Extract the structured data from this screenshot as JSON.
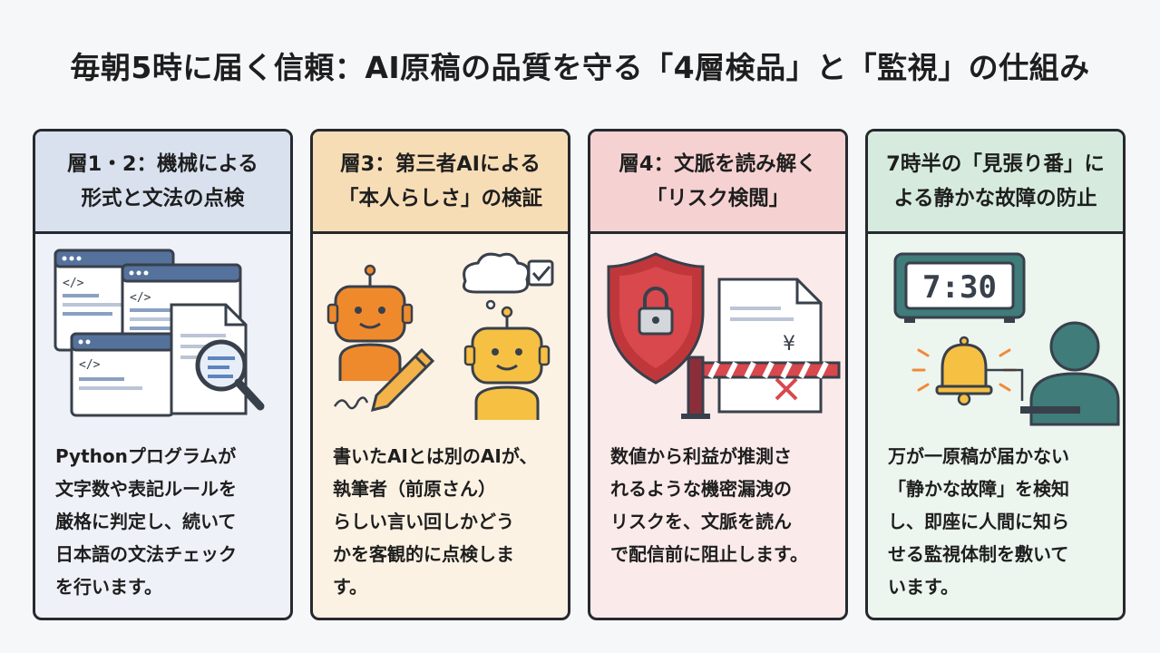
{
  "title": "毎朝5時に届く信頼：AI原稿の品質を守る「4層検品」と「監視」の仕組み",
  "cards": [
    {
      "heading": [
        "層1・2：機械による",
        "形式と文法の点検"
      ],
      "body": "Pythonプログラムが\n文字数や表記ルールを\n厳格に判定し、続いて\n日本語の文法チェック\nを行います。",
      "illustration": "code-documents-magnifier",
      "code_glyph": "</>"
    },
    {
      "heading": [
        "層3：第三者AIによる",
        "「本人らしさ」の検証"
      ],
      "body": "書いたAIとは別のAIが、\n執筆者（前原さん）\nらしい言い回しかどう\nかを客観的に点検しま\nす。",
      "illustration": "two-robots-writing-checking"
    },
    {
      "heading": [
        "層4：文脈を読み解く",
        "「リスク検閲」"
      ],
      "body": "数値から利益が推測さ\nれるような機密漏洩の\nリスクを、文脈を読ん\nで配信前に阻止します。",
      "illustration": "shield-lock-barrier",
      "currency_glyph": "¥"
    },
    {
      "heading": [
        "7時半の「見張り番」に",
        "よる静かな故障の防止"
      ],
      "body": "万が一原稿が届かない\n「静かな故障」を検知\nし、即座に人間に知ら\nせる監視体制を敷いて\nいます。",
      "illustration": "clock-bell-person",
      "clock_time": "7:30"
    }
  ],
  "colors": {
    "layer12": "#d9e1ef",
    "layer3": "#f7ddb6",
    "layer4": "#f6d1d1",
    "monitor": "#d6ebdd",
    "shield_red": "#c0373b",
    "robot_orange": "#ef8a2c",
    "robot_yellow": "#f6c043",
    "teal": "#3f7c7a"
  }
}
